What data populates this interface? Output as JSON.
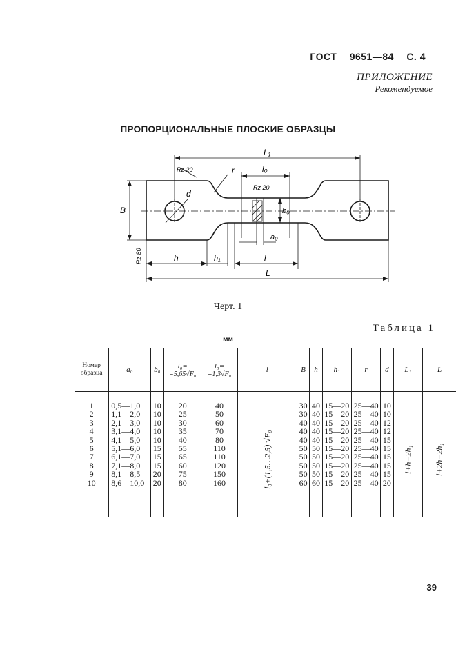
{
  "header": {
    "gost": "ГОСТ",
    "number": "9651—84",
    "page": "С. 4"
  },
  "appendix": {
    "title": "ПРИЛОЖЕНИЕ",
    "subtitle": "Рекомендуемое"
  },
  "title": "ПРОПОРЦИОНАЛЬНЫЕ ПЛОСКИЕ ОБРАЗЦЫ",
  "drawing": {
    "labels": {
      "L1": "L₁",
      "rz_left": "Rz 20",
      "r": "r",
      "l0": "l₀",
      "rz_center": "Rz 20",
      "d": "d",
      "B": "B",
      "b0": "b₀",
      "a0": "a₀",
      "rz_side": "Rz 80",
      "h": "h",
      "h1": "h₁",
      "l": "l",
      "L": "L"
    }
  },
  "caption": "Черт. 1",
  "table_label": "Таблица 1",
  "unit": "мм",
  "table": {
    "headers": {
      "num": "Номер образца",
      "a0": "a₀",
      "b0": "b₀",
      "l0_a": "l₀=",
      "l0_a_expr": "=5,65√F₀",
      "l0_b": "l₀=",
      "l0_b_expr": "=1,3√F₀",
      "l": "l",
      "B": "B",
      "h": "h",
      "h1": "h₁",
      "r": "r",
      "d": "d",
      "L1": "L₁",
      "L": "L"
    },
    "columns": {
      "num": "1\n2\n3\n4\n5\n6\n7\n8\n9\n10",
      "a0": "0,5—1,0\n1,1—2,0\n2,1—3,0\n3,1—4,0\n4,1—5,0\n5,1—6,0\n6,1—7,0\n7,1—8,0\n8,1—8,5\n8,6—10,0",
      "b0": "10\n10\n10\n10\n10\n15\n15\n15\n20\n20",
      "l0_a": "20\n25\n30\n35\n40\n55\n65\n60\n75\n80",
      "l0_b": "40\n50\n60\n70\n80\n110\n110\n120\n150\n160",
      "l_formula": "l₀+(1,5…2,5) √F₀",
      "B": "30\n30\n40\n40\n40\n50\n50\n50\n50\n60",
      "h": "40\n40\n40\n40\n40\n50\n50\n50\n50\n60",
      "h1": "15—20\n15—20\n15—20\n15—20\n15—20\n15—20\n15—20\n15—20\n15—20\n15—20",
      "r": "25—40\n25—40\n25—40\n25—40\n25—40\n25—40\n25—40\n25—40\n25—40\n25—40",
      "d": "10\n10\n12\n12\n15\n15\n15\n15\n15\n20",
      "L1_formula": "l+h+2h₁",
      "L_formula": "l+2h+2h₁"
    }
  },
  "page_number": "39"
}
